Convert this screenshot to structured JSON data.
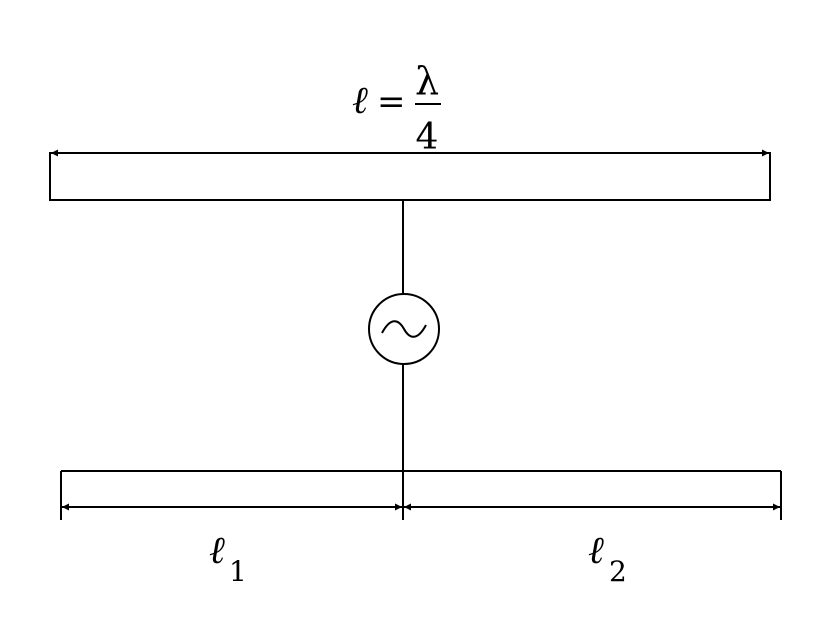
{
  "top_label": {
    "ell": "ℓ",
    "equals": "=",
    "numerator": "λ",
    "denominator": "4"
  },
  "bottom_labels": {
    "left": {
      "ell": "ℓ",
      "subscript": "1"
    },
    "right": {
      "ell": "ℓ",
      "subscript": "2"
    }
  },
  "source": {
    "symbol": "~"
  }
}
